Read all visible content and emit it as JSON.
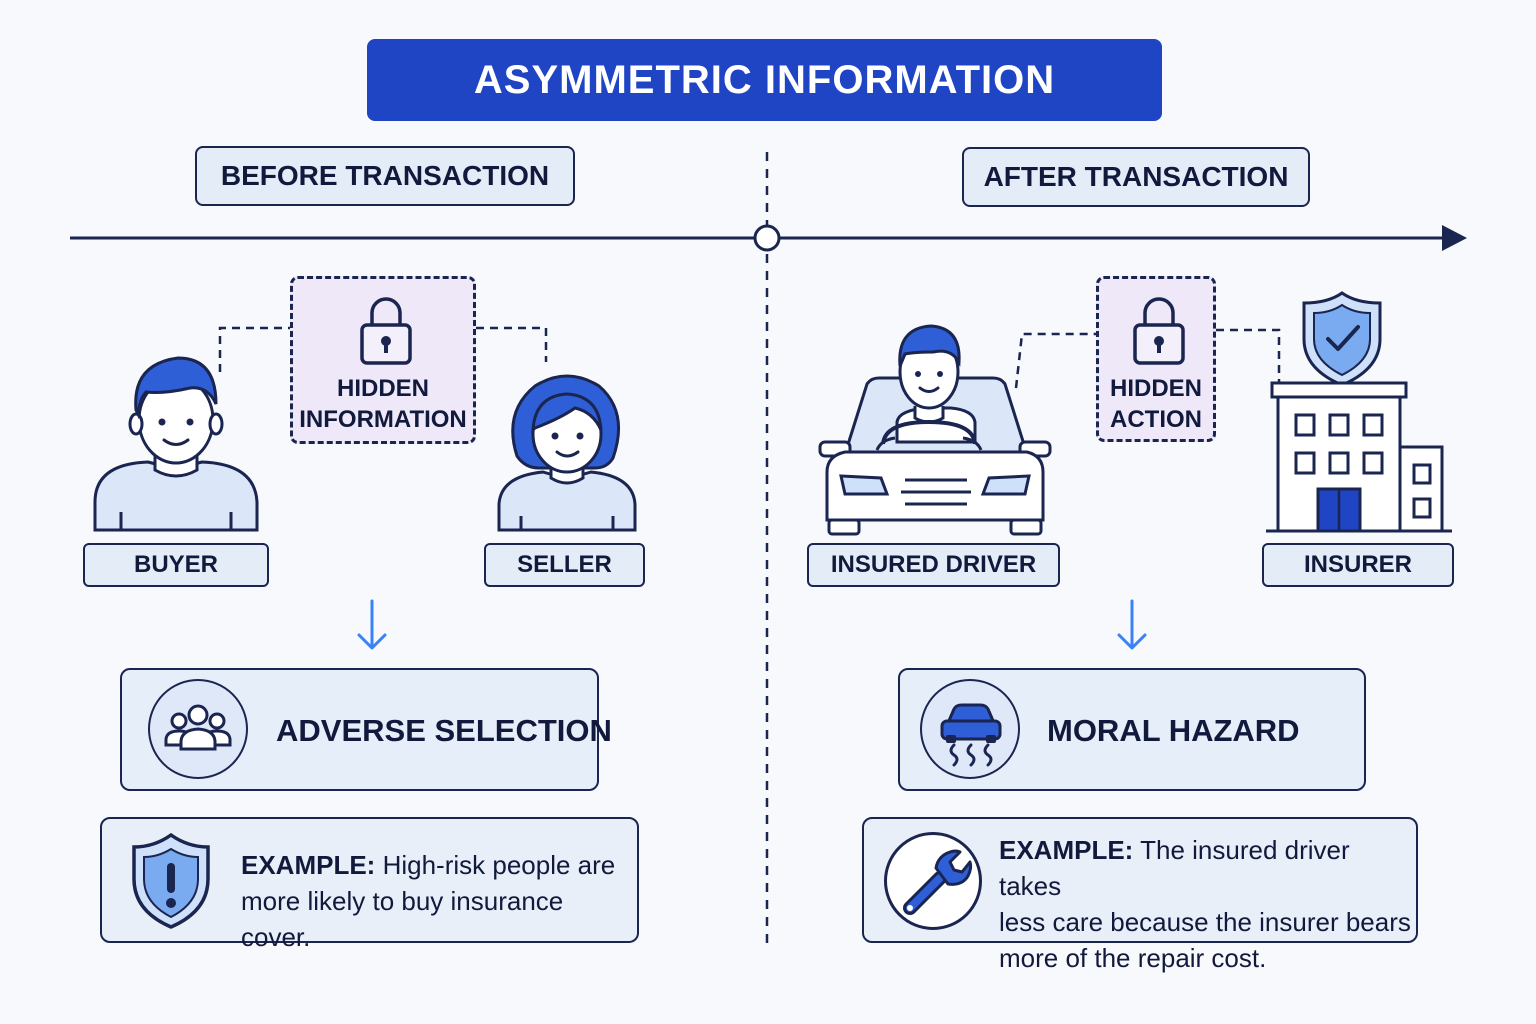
{
  "title": "ASYMMETRIC INFORMATION",
  "timeline": {
    "before_label": "BEFORE TRANSACTION",
    "after_label": "AFTER TRANSACTION"
  },
  "left": {
    "hidden_box": {
      "line1": "HIDDEN",
      "line2": "INFORMATION",
      "icon": "padlock-icon"
    },
    "party_a": {
      "label": "BUYER",
      "icon": "male-person-icon"
    },
    "party_b": {
      "label": "SELLER",
      "icon": "female-person-icon"
    },
    "concept": {
      "title": "ADVERSE SELECTION",
      "icon": "group-of-people-icon"
    },
    "example": {
      "prefix": "EXAMPLE:",
      "line1": "High-risk people are",
      "line2": "more likely to buy insurance cover.",
      "icon": "warning-shield-icon"
    }
  },
  "right": {
    "hidden_box": {
      "line1": "HIDDEN",
      "line2": "ACTION",
      "icon": "padlock-icon"
    },
    "party_a": {
      "label": "INSURED DRIVER",
      "icon": "driver-in-car-icon"
    },
    "party_b": {
      "label": "INSURER",
      "icon": "insurer-building-with-shield-icon"
    },
    "concept": {
      "title": "MORAL HAZARD",
      "icon": "skidding-car-icon"
    },
    "example": {
      "prefix": "EXAMPLE:",
      "line1": "The insured driver takes",
      "line2": "less care because the insurer bears",
      "line3": "more of the repair cost.",
      "icon": "wrench-icon"
    }
  },
  "colors": {
    "brand_blue": "#1f45c4",
    "icon_blue": "#2f5fd6",
    "navy_outline": "#1a2550",
    "light_blue_fill": "#e4ecf8",
    "hidden_box_fill": "#efe8f8",
    "arrow_blue": "#3b82f6"
  }
}
